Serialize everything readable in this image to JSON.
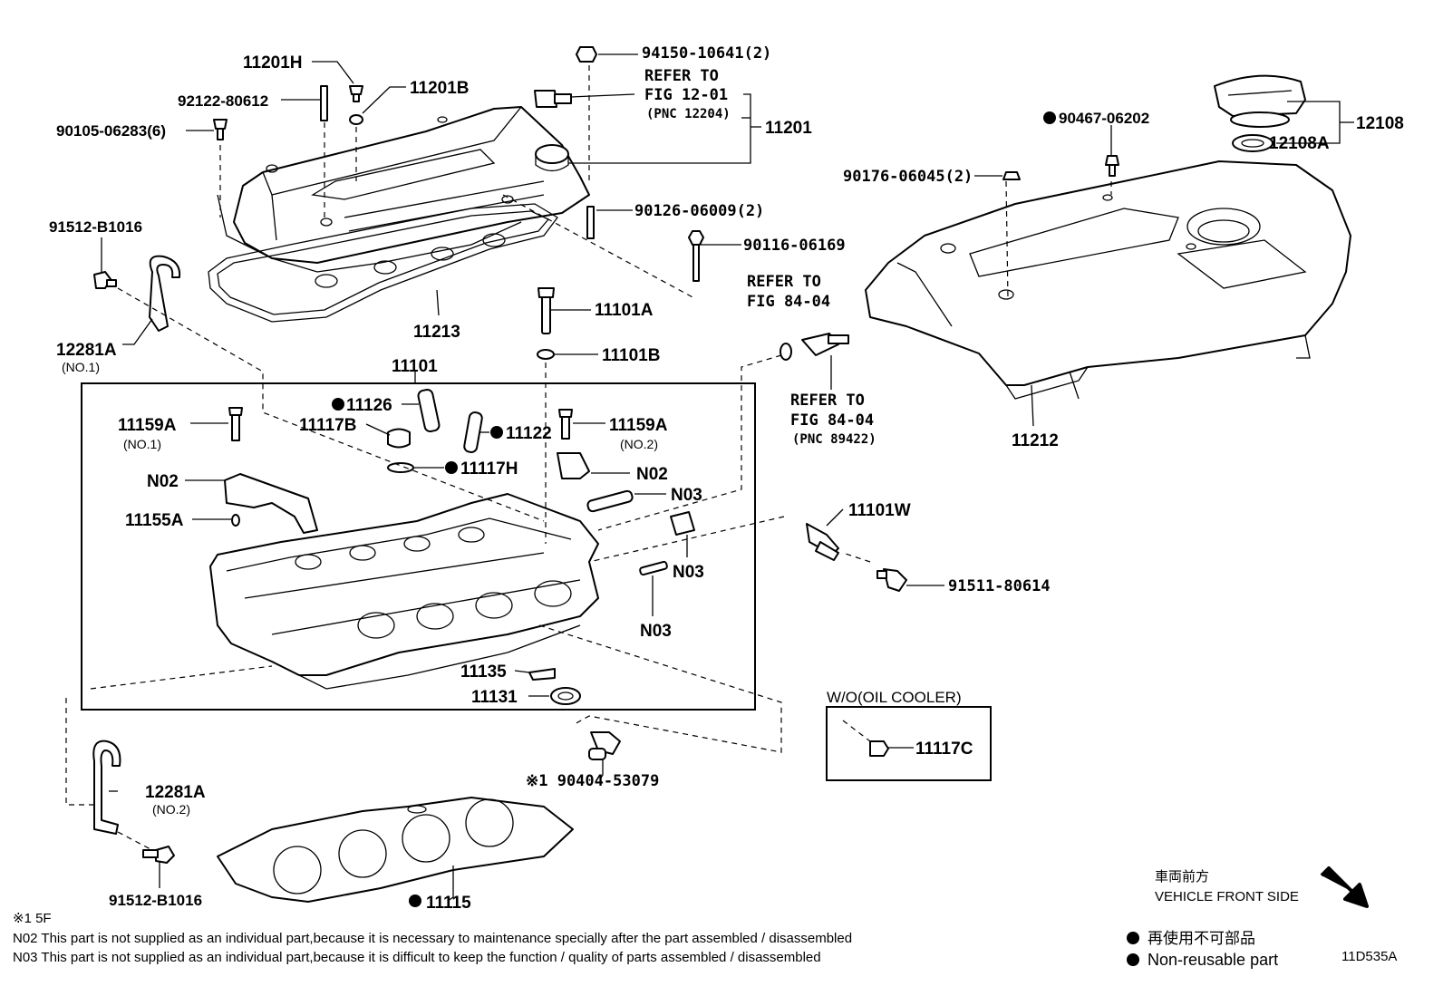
{
  "parts": {
    "p11201H": "11201H",
    "p92122": "92122-80612",
    "p11201B": "11201B",
    "p90105": "90105-06283(6)",
    "p94150": "94150-10641(2)",
    "refer1a": "REFER TO",
    "refer1b": "FIG 12-01",
    "refer1c": "(PNC 12204)",
    "p11201": "11201",
    "p90126": "90126-06009(2)",
    "p90116": "90116-06169",
    "p91512a": "91512-B1016",
    "p12281Aa": "12281A",
    "sub_no1": "(NO.1)",
    "p11213": "11213",
    "p11101A": "11101A",
    "p11101B": "11101B",
    "refer2a": "REFER TO",
    "refer2b": "FIG 84-04",
    "refer3a": "REFER TO",
    "refer3b": "FIG 84-04",
    "refer3c": "(PNC 89422)",
    "p11101": "11101",
    "p11126": "11126",
    "p11117B": "11117B",
    "p11122": "11122",
    "p11159Aa": "11159A",
    "sub_no1b": "(NO.1)",
    "p11159Ab": "11159A",
    "sub_no2": "(NO.2)",
    "p11117H": "11117H",
    "pN02a": "N02",
    "pN02b": "N02",
    "pN03a": "N03",
    "pN03b": "N03",
    "pN03c": "N03",
    "p11155A": "11155A",
    "p11101W": "11101W",
    "p91511": "91511-80614",
    "p11135": "11135",
    "p11131": "11131",
    "wo_oil": "W/O(OIL COOLER)",
    "p11117C": "11117C",
    "p90404": "※1 90404-53079",
    "p12281Ab": "12281A",
    "sub_no2b": "(NO.2)",
    "p91512b": "91512-B1016",
    "p11115": "11115",
    "p90467": "90467-06202",
    "p90176": "90176-06045(2)",
    "p12108": "12108",
    "p12108A": "12108A",
    "p11212": "11212"
  },
  "notes": {
    "n1": "※1 5F",
    "n2": "N02 This part is not supplied as an individual part,because it is necessary to maintenance specially after the part assembled / disassembled",
    "n3": "N03 This part is not supplied as an individual part,because it is difficult to keep the function / quality of parts assembled / disassembled"
  },
  "legend": {
    "front_jp": "車両前方",
    "front_en": "VEHICLE FRONT SIDE",
    "nonreuse_jp": "再使用不可部品",
    "nonreuse_en": "Non-reusable part",
    "code": "11D535A"
  }
}
